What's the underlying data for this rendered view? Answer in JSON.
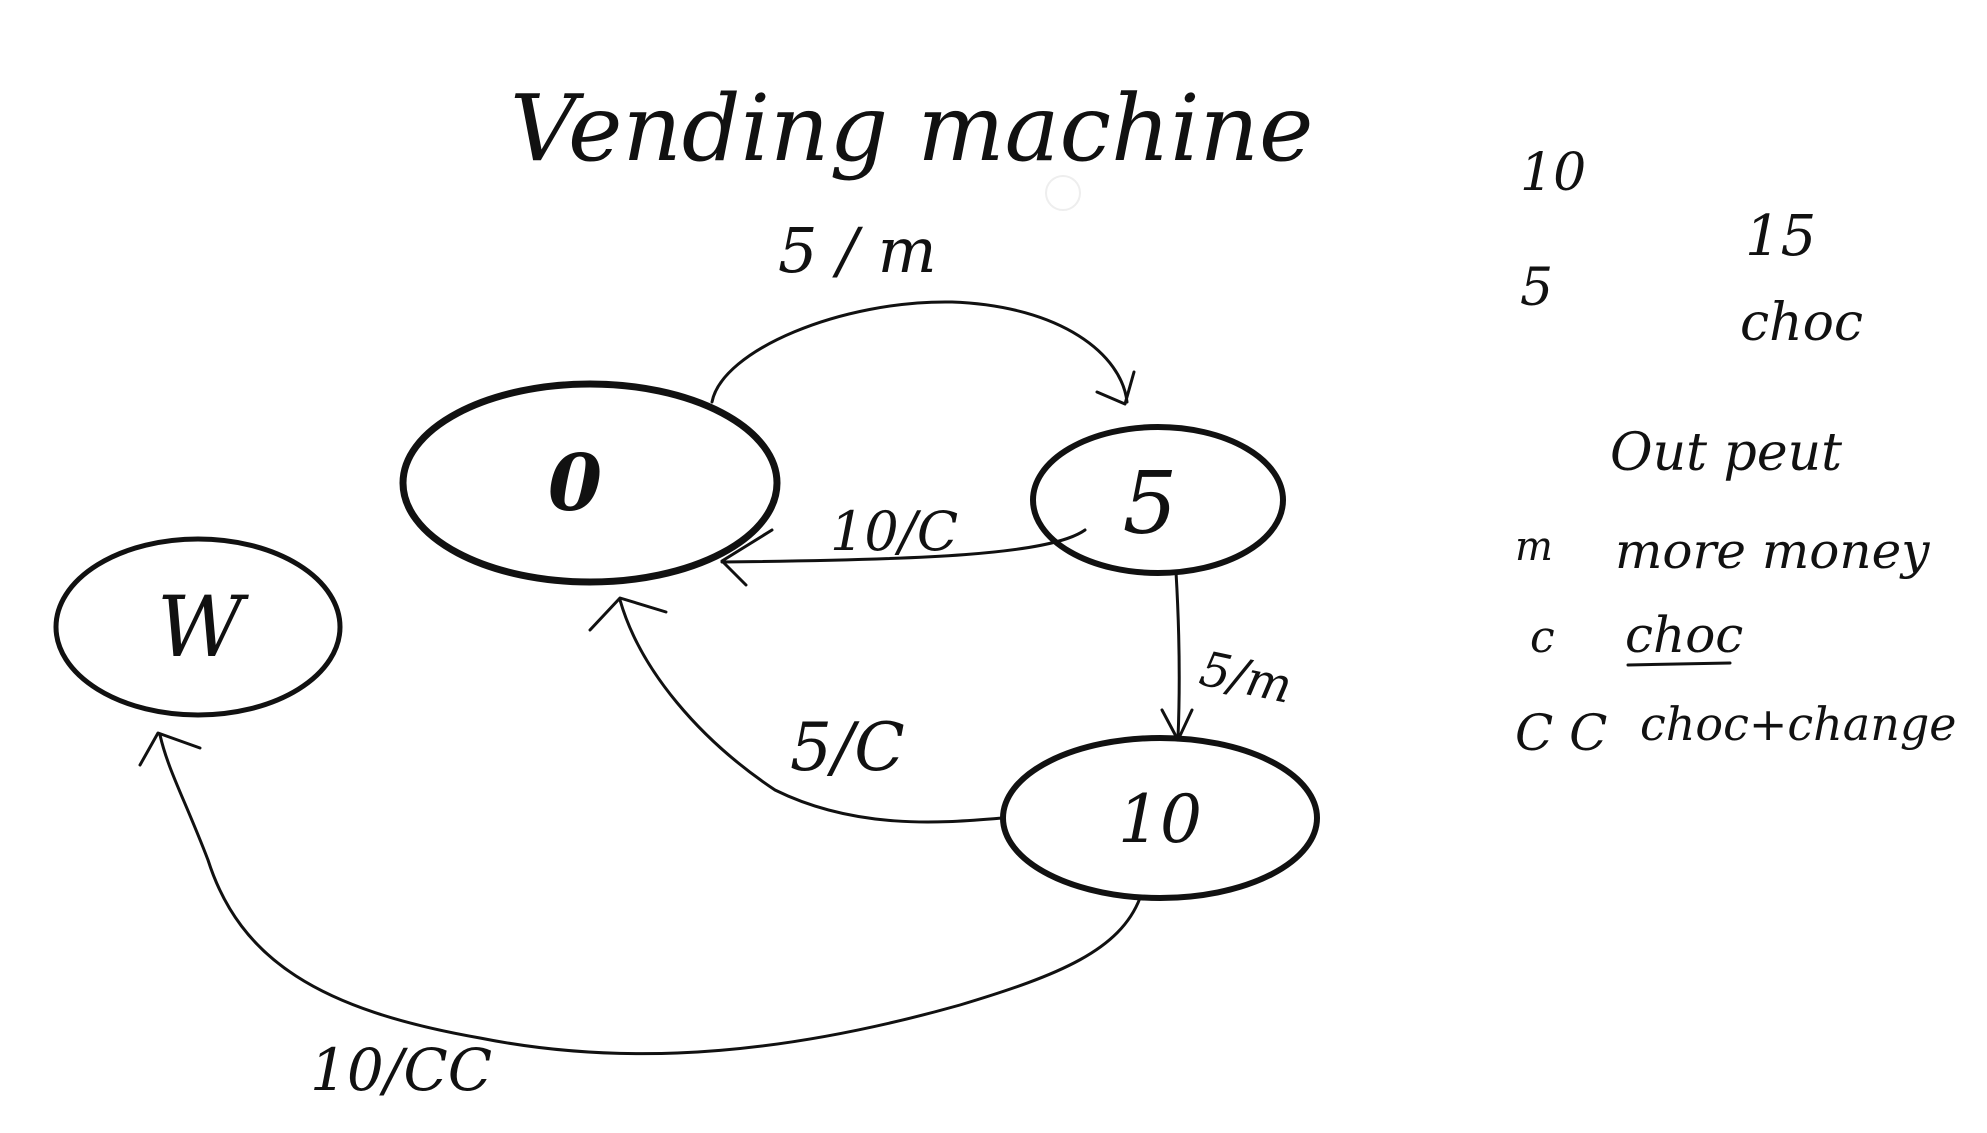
{
  "title": "Vending machine",
  "states": {
    "s0": "0",
    "s5": "5",
    "s10": "10",
    "sw": "W"
  },
  "transitions": {
    "t0_5": "5 / m",
    "t5_0": "10/C",
    "t5_10": "5/m",
    "t10_0": "5/C",
    "t10_w": "10/CC"
  },
  "notes": {
    "inputs_label_10": "10",
    "inputs_label_5": "5",
    "total_15": "15",
    "total_choc": "choc",
    "outputs_heading": "Out peut",
    "out_m_symbol": "m",
    "out_m_desc": "more money",
    "out_c_symbol": "c",
    "out_c_desc": "choc",
    "out_cc_symbol": "C C",
    "out_cc_desc": "choc+change"
  },
  "colors": {
    "ink": "#111111",
    "background": "#ffffff"
  }
}
